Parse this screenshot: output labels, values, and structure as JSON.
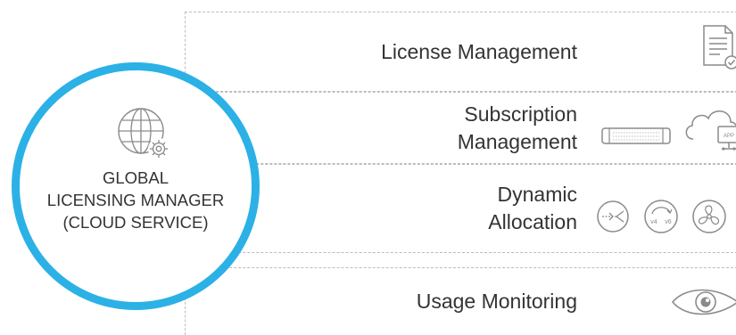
{
  "center": {
    "title": "GLOBAL\nLICENSING MANAGER\n(CLOUD SERVICE)",
    "icon": "globe-gear-icon"
  },
  "rows": [
    {
      "label": "License Management",
      "icons": [
        "license-document-icon"
      ]
    },
    {
      "label": "Subscription\nManagement",
      "icons": [
        "appliance-icon",
        "cloud-app-icon"
      ]
    },
    {
      "label": "Dynamic\nAllocation",
      "icons": [
        "throughput-icon",
        "ipv4-ipv6-icon",
        "fan-icon"
      ]
    },
    {
      "label": "Usage Monitoring",
      "icons": [
        "eye-icon"
      ]
    }
  ],
  "icon_text": {
    "app": "APP",
    "v4": "v4",
    "v6": "v6"
  },
  "colors": {
    "accent": "#2bb1e6",
    "border": "#bcbcbc",
    "icon": "#8a8a8a",
    "text": "#333333"
  }
}
